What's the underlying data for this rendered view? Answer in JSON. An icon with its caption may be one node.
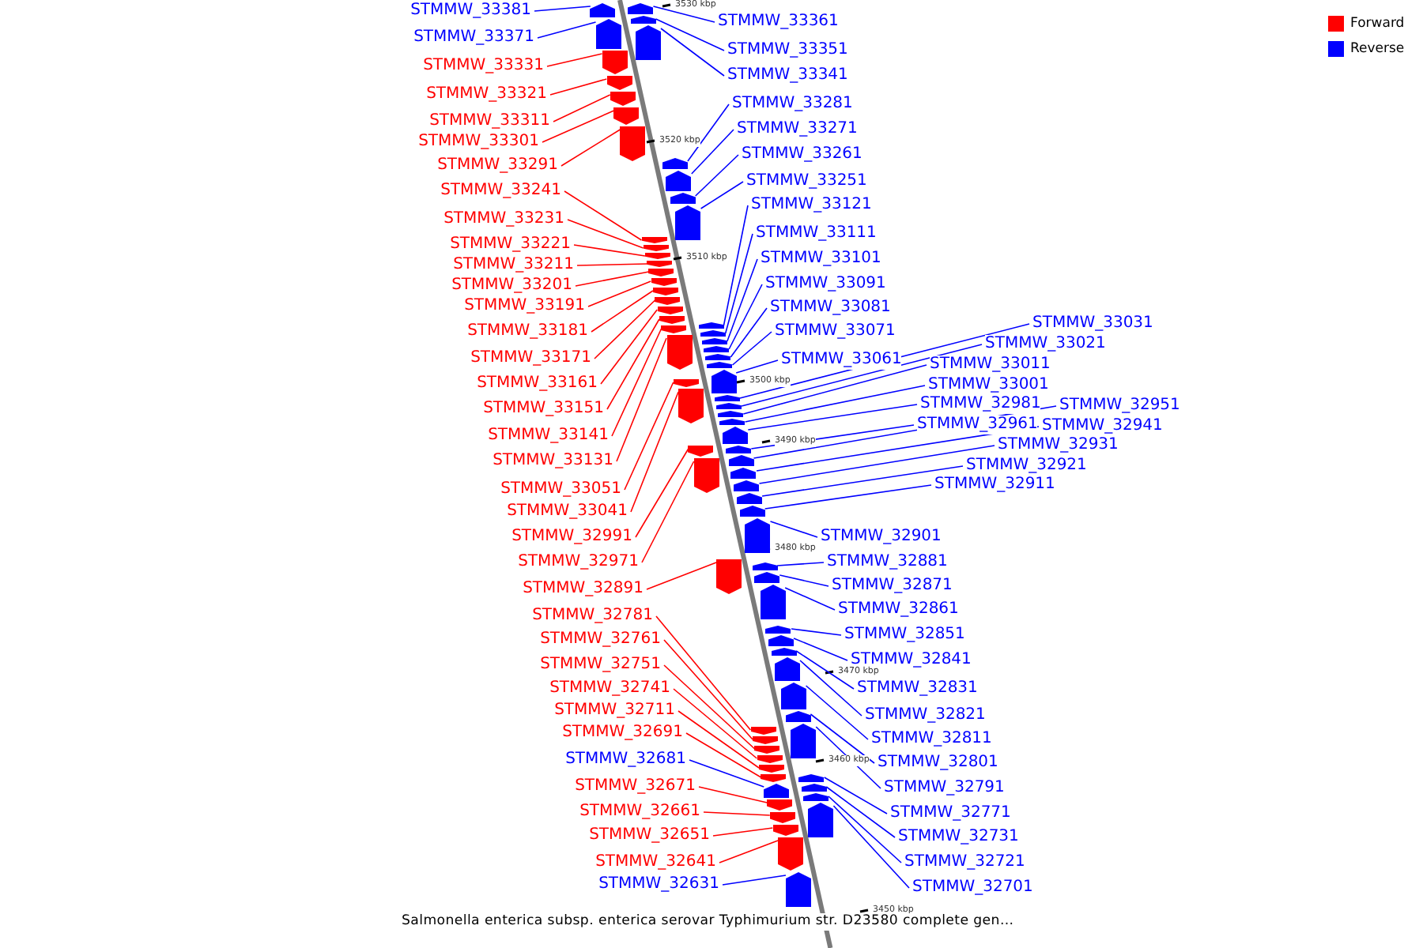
{
  "diagram": {
    "caption": "Salmonella enterica subsp. enterica serovar Typhimurium str. D23580 complete gen...",
    "nodes": [
      {
        "text": [
          "STMMW_33381"
        ]
      },
      {
        "text": [
          "STMMW_33371"
        ]
      },
      {
        "text": [
          "STMMW_33331"
        ]
      },
      {
        "text": [
          "STMMW_33321"
        ]
      },
      {
        "text": [
          "STMMW_33311"
        ]
      },
      {
        "text": [
          "STMMW_33301"
        ]
      },
      {
        "text": [
          "STMMW_33291"
        ]
      },
      {
        "text": [
          "STMMW_33241"
        ]
      },
      {
        "text": [
          "STMMW_33231"
        ]
      },
      {
        "text": [
          "STMMW_33221"
        ]
      },
      {
        "text": [
          "STMMW_33211"
        ]
      },
      {
        "text": [
          "STMMW_33201"
        ]
      },
      {
        "text": [
          "STMMW_33191"
        ]
      },
      {
        "text": [
          "STMMW_33181"
        ]
      },
      {
        "text": [
          "STMMW_33171"
        ]
      },
      {
        "text": [
          "STMMW_33161"
        ]
      },
      {
        "text": [
          "STMMW_33151"
        ]
      },
      {
        "text": [
          "STMMW_33141"
        ]
      },
      {
        "text": [
          "STMMW_33131"
        ]
      },
      {
        "text": [
          "STMMW_33051"
        ]
      },
      {
        "text": [
          "STMMW_33041"
        ]
      },
      {
        "text": [
          "STMMW_32991"
        ]
      },
      {
        "text": [
          "STMMW_32971"
        ]
      },
      {
        "text": [
          "STMMW_32891"
        ]
      },
      {
        "text": [
          "STMMW_32781"
        ]
      },
      {
        "text": [
          "STMMW_32761"
        ]
      },
      {
        "text": [
          "STMMW_32751"
        ]
      },
      {
        "text": [
          "STMMW_32741"
        ]
      },
      {
        "text": [
          "STMMW_32711"
        ]
      },
      {
        "text": [
          "STMMW_32691"
        ]
      },
      {
        "text": [
          "STMMW_32681"
        ]
      },
      {
        "text": [
          "STMMW_32671"
        ]
      },
      {
        "text": [
          "STMMW_32661"
        ]
      },
      {
        "text": [
          "STMMW_32651"
        ]
      },
      {
        "text": [
          "STMMW_32641"
        ]
      },
      {
        "text": [
          "STMMW_32631"
        ]
      },
      {
        "text": [
          "STMMW_33361"
        ]
      },
      {
        "text": [
          "STMMW_33351"
        ]
      },
      {
        "text": [
          "STMMW_33341"
        ]
      },
      {
        "text": [
          "STMMW_33281"
        ]
      },
      {
        "text": [
          "STMMW_33271"
        ]
      },
      {
        "text": [
          "STMMW_33261"
        ]
      },
      {
        "text": [
          "STMMW_33251"
        ]
      },
      {
        "text": [
          "STMMW_33121"
        ]
      },
      {
        "text": [
          "STMMW_33111"
        ]
      },
      {
        "text": [
          "STMMW_33101"
        ]
      },
      {
        "text": [
          "STMMW_33091"
        ]
      },
      {
        "text": [
          "STMMW_33081"
        ]
      },
      {
        "text": [
          "STMMW_33071"
        ]
      },
      {
        "text": [
          "STMMW_33061"
        ]
      },
      {
        "text": [
          "STMMW_33031"
        ]
      },
      {
        "text": [
          "STMMW_33021"
        ]
      },
      {
        "text": [
          "STMMW_33011"
        ]
      },
      {
        "text": [
          "STMMW_33001"
        ]
      },
      {
        "text": [
          "STMMW_32981"
        ]
      },
      {
        "text": [
          "STMMW_32961"
        ]
      },
      {
        "text": [
          "STMMW_32951"
        ]
      },
      {
        "text": [
          "STMMW_32941"
        ]
      },
      {
        "text": [
          "STMMW_32931"
        ]
      },
      {
        "text": [
          "STMMW_32921"
        ]
      },
      {
        "text": [
          "STMMW_32911"
        ]
      },
      {
        "text": [
          "STMMW_32901"
        ]
      },
      {
        "text": [
          "STMMW_32881"
        ]
      },
      {
        "text": [
          "STMMW_32871"
        ]
      },
      {
        "text": [
          "STMMW_32861"
        ]
      },
      {
        "text": [
          "STMMW_32851"
        ]
      },
      {
        "text": [
          "STMMW_32841"
        ]
      },
      {
        "text": [
          "STMMW_32831"
        ]
      },
      {
        "text": [
          "STMMW_32821"
        ]
      },
      {
        "text": [
          "STMMW_32811"
        ]
      },
      {
        "text": [
          "STMMW_32801"
        ]
      },
      {
        "text": [
          "STMMW_32791"
        ]
      },
      {
        "text": [
          "STMMW_32771"
        ]
      },
      {
        "text": [
          "STMMW_32731"
        ]
      },
      {
        "text": [
          "STMMW_32721"
        ]
      },
      {
        "text": [
          "STMMW_32701"
        ]
      },
      {
        "text": [],
        "shape": "bar"
      },
      {
        "text": [],
        "shape": "bar"
      },
      {
        "text": [],
        "shape": "bar"
      },
      {
        "text": [],
        "shape": "bar"
      },
      {
        "text": [],
        "shape": "bar"
      },
      {
        "text": [],
        "shape": "bar"
      },
      {
        "text": [],
        "shape": "bar"
      },
      {
        "text": [],
        "shape": "bar"
      },
      {
        "text": [],
        "shape": "bar"
      },
      {
        "text": [],
        "shape": "bar"
      },
      {
        "text": [],
        "shape": "bar"
      },
      {
        "text": [],
        "shape": "bar"
      },
      {
        "text": [],
        "shape": "bar"
      },
      {
        "text": [],
        "shape": "bar"
      },
      {
        "text": [],
        "shape": "bar"
      },
      {
        "text": [],
        "shape": "bar"
      },
      {
        "text": [],
        "shape": "bar"
      },
      {
        "text": [],
        "shape": "bar"
      },
      {
        "text": [],
        "shape": "bar"
      },
      {
        "text": [],
        "shape": "bar"
      },
      {
        "text": [],
        "shape": "bar"
      },
      {
        "text": [],
        "shape": "bar"
      },
      {
        "text": [],
        "shape": "bar"
      },
      {
        "text": [],
        "shape": "bar"
      },
      {
        "text": [],
        "shape": "bar"
      },
      {
        "text": [],
        "shape": "bar"
      },
      {
        "text": [],
        "shape": "bar"
      },
      {
        "text": [],
        "shape": "bar"
      },
      {
        "text": [],
        "shape": "bar"
      },
      {
        "text": [],
        "shape": "bar"
      },
      {
        "text": [],
        "shape": "bar"
      },
      {
        "text": [],
        "shape": "bar"
      },
      {
        "text": [],
        "shape": "bar"
      },
      {
        "text": [],
        "shape": "bar"
      },
      {
        "text": [],
        "shape": "bar"
      },
      {
        "text": [],
        "shape": "bar"
      },
      {
        "text": [],
        "shape": "bar"
      },
      {
        "text": [],
        "shape": "bar"
      },
      {
        "text": [],
        "shape": "bar"
      },
      {
        "text": [],
        "shape": "bar"
      },
      {
        "text": [],
        "shape": "bar"
      },
      {
        "text": [],
        "shape": "bar"
      },
      {
        "text": [],
        "shape": "bar"
      },
      {
        "text": [],
        "shape": "bar"
      },
      {
        "text": [],
        "shape": "bar"
      },
      {
        "text": [],
        "shape": "bar"
      },
      {
        "text": [],
        "shape": "bar"
      },
      {
        "text": [],
        "shape": "bar"
      },
      {
        "text": [],
        "shape": "bar"
      },
      {
        "text": [],
        "shape": "bar"
      },
      {
        "text": [],
        "shape": "bar"
      },
      {
        "text": [],
        "shape": "bar"
      },
      {
        "text": [],
        "shape": "bar"
      },
      {
        "text": [],
        "shape": "bar"
      },
      {
        "text": [],
        "shape": "bar"
      },
      {
        "text": [],
        "shape": "bar"
      },
      {
        "text": [],
        "shape": "bar"
      },
      {
        "text": [],
        "shape": "bar"
      },
      {
        "text": [],
        "shape": "bar"
      },
      {
        "text": [],
        "shape": "bar"
      },
      {
        "text": [],
        "shape": "bar"
      },
      {
        "text": [],
        "shape": "bar"
      },
      {
        "text": [],
        "shape": "bar"
      },
      {
        "text": [],
        "shape": "bar"
      },
      {
        "text": [],
        "shape": "bar"
      },
      {
        "text": [],
        "shape": "bar"
      },
      {
        "text": [],
        "shape": "bar"
      },
      {
        "text": [],
        "shape": "bar"
      },
      {
        "text": [],
        "shape": "bar"
      },
      {
        "text": [],
        "shape": "bar"
      },
      {
        "text": [],
        "shape": "bar"
      },
      {
        "text": [],
        "shape": "bar"
      },
      {
        "text": [],
        "shape": "bar"
      },
      {
        "text": [],
        "shape": "bar"
      },
      {
        "text": [],
        "shape": "bar"
      },
      {
        "text": [],
        "shape": "bar"
      }
    ],
    "edges": [
      {
        "from": 0,
        "to": 76,
        "arrow": "none"
      },
      {
        "from": 1,
        "to": 77,
        "arrow": "none"
      },
      {
        "from": 2,
        "to": 78,
        "arrow": "none",
        "color": "#ff0000"
      },
      {
        "from": 3,
        "to": 79,
        "arrow": "none",
        "color": "#ff0000"
      },
      {
        "from": 4,
        "to": 80,
        "arrow": "none",
        "color": "#ff0000"
      },
      {
        "from": 5,
        "to": 81,
        "arrow": "none",
        "color": "#ff0000"
      },
      {
        "from": 6,
        "to": 82,
        "arrow": "none",
        "color": "#ff0000"
      },
      {
        "from": 7,
        "to": 83,
        "arrow": "none",
        "color": "#ff0000"
      },
      {
        "from": 8,
        "to": 84,
        "arrow": "none",
        "color": "#ff0000"
      },
      {
        "from": 9,
        "to": 85,
        "arrow": "none",
        "color": "#ff0000"
      },
      {
        "from": 10,
        "to": 86,
        "arrow": "none",
        "color": "#ff0000"
      },
      {
        "from": 11,
        "to": 87,
        "arrow": "none",
        "color": "#ff0000"
      },
      {
        "from": 12,
        "to": 88,
        "arrow": "none",
        "color": "#ff0000"
      },
      {
        "from": 13,
        "to": 89,
        "arrow": "none",
        "color": "#ff0000"
      },
      {
        "from": 14,
        "to": 90,
        "arrow": "none",
        "color": "#ff0000"
      },
      {
        "from": 15,
        "to": 91,
        "arrow": "none",
        "color": "#ff0000"
      },
      {
        "from": 16,
        "to": 92,
        "arrow": "none",
        "color": "#ff0000"
      },
      {
        "from": 17,
        "to": 93,
        "arrow": "none",
        "color": "#ff0000"
      },
      {
        "from": 18,
        "to": 94,
        "arrow": "none",
        "color": "#ff0000"
      },
      {
        "from": 19,
        "to": 95,
        "arrow": "none",
        "color": "#ff0000"
      },
      {
        "from": 20,
        "to": 96,
        "arrow": "none",
        "color": "#ff0000"
      },
      {
        "from": 21,
        "to": 97,
        "arrow": "none",
        "color": "#ff0000"
      },
      {
        "from": 22,
        "to": 98,
        "arrow": "none",
        "color": "#ff0000"
      },
      {
        "from": 23,
        "to": 99,
        "arrow": "none",
        "color": "#ff0000"
      },
      {
        "from": 24,
        "to": 100,
        "arrow": "none",
        "color": "#ff0000"
      },
      {
        "from": 25,
        "to": 101,
        "arrow": "none",
        "color": "#ff0000"
      },
      {
        "from": 26,
        "to": 102,
        "arrow": "none",
        "color": "#ff0000"
      },
      {
        "from": 27,
        "to": 103,
        "arrow": "none",
        "color": "#ff0000"
      },
      {
        "from": 28,
        "to": 104,
        "arrow": "none",
        "color": "#ff0000"
      },
      {
        "from": 29,
        "to": 105,
        "arrow": "none",
        "color": "#ff0000"
      },
      {
        "from": 30,
        "to": 106,
        "arrow": "none"
      },
      {
        "from": 31,
        "to": 107,
        "arrow": "none",
        "color": "#ff0000"
      },
      {
        "from": 32,
        "to": 108,
        "arrow": "none",
        "color": "#ff0000"
      },
      {
        "from": 33,
        "to": 109,
        "arrow": "none",
        "color": "#ff0000"
      },
      {
        "from": 34,
        "to": 110,
        "arrow": "none",
        "color": "#ff0000"
      },
      {
        "from": 35,
        "to": 111,
        "arrow": "none"
      },
      {
        "from": 36,
        "to": 112,
        "arrow": "none"
      },
      {
        "from": 37,
        "to": 113,
        "arrow": "none"
      },
      {
        "from": 38,
        "to": 114,
        "arrow": "none"
      },
      {
        "from": 39,
        "to": 115,
        "arrow": "none"
      },
      {
        "from": 40,
        "to": 116,
        "arrow": "none"
      },
      {
        "from": 41,
        "to": 117,
        "arrow": "none"
      },
      {
        "from": 42,
        "to": 118,
        "arrow": "none"
      },
      {
        "from": 43,
        "to": 119,
        "arrow": "none"
      },
      {
        "from": 44,
        "to": 120,
        "arrow": "none"
      },
      {
        "from": 45,
        "to": 121,
        "arrow": "none"
      },
      {
        "from": 46,
        "to": 122,
        "arrow": "none"
      },
      {
        "from": 47,
        "to": 123,
        "arrow": "none"
      },
      {
        "from": 48,
        "to": 124,
        "arrow": "none"
      },
      {
        "from": 49,
        "to": 125,
        "arrow": "none"
      },
      {
        "from": 50,
        "to": 126,
        "arrow": "none"
      },
      {
        "from": 51,
        "to": 127,
        "arrow": "none"
      },
      {
        "from": 52,
        "to": 128,
        "arrow": "none"
      },
      {
        "from": 53,
        "to": 129,
        "arrow": "none"
      },
      {
        "from": 54,
        "to": 130,
        "arrow": "none"
      },
      {
        "from": 55,
        "to": 131,
        "arrow": "none"
      },
      {
        "from": 56,
        "to": 132,
        "arrow": "none"
      },
      {
        "from": 57,
        "to": 133,
        "arrow": "none"
      },
      {
        "from": 58,
        "to": 134,
        "arrow": "none"
      },
      {
        "from": 59,
        "to": 135,
        "arrow": "none"
      },
      {
        "from": 60,
        "to": 136,
        "arrow": "none"
      },
      {
        "from": 61,
        "to": 137,
        "arrow": "none"
      },
      {
        "from": 62,
        "to": 138,
        "arrow": "none"
      },
      {
        "from": 63,
        "to": 139,
        "arrow": "none"
      },
      {
        "from": 64,
        "to": 140,
        "arrow": "none"
      },
      {
        "from": 65,
        "to": 141,
        "arrow": "none"
      },
      {
        "from": 66,
        "to": 142,
        "arrow": "none"
      },
      {
        "from": 67,
        "to": 143,
        "arrow": "none"
      },
      {
        "from": 68,
        "to": 144,
        "arrow": "none"
      },
      {
        "from": 69,
        "to": 145,
        "arrow": "none"
      },
      {
        "from": 70,
        "to": 146,
        "arrow": "none"
      },
      {
        "from": 71,
        "to": 147,
        "arrow": "none"
      },
      {
        "from": 72,
        "to": 148,
        "arrow": "none"
      },
      {
        "from": 73,
        "to": 149,
        "arrow": "none"
      },
      {
        "from": 74,
        "to": 150,
        "arrow": "none"
      },
      {
        "from": 75,
        "to": 151,
        "arrow": "none"
      }
    ],
    "labels": [
      "3530 kbp",
      "3520 kbp",
      "3510 kbp",
      "3500 kbp",
      "3490 kbp",
      "3480 kbp",
      "3470 kbp",
      "3460 kbp",
      "3450 kbp"
    ],
    "legend": [
      {
        "text": "Forward",
        "color": "#ff0000"
      },
      {
        "text": "Reverse",
        "color": "#0000ff"
      }
    ]
  }
}
